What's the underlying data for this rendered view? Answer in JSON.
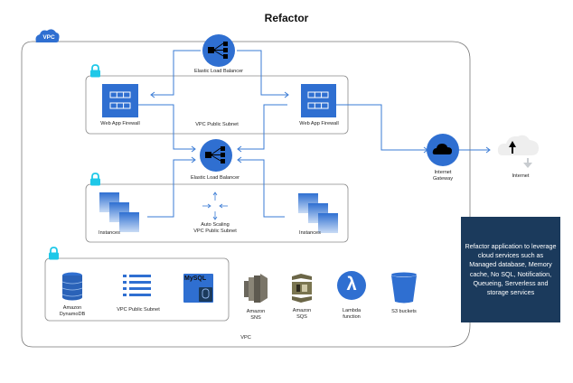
{
  "title": "Refactor",
  "colors": {
    "accent_blue": "#2f6fd1",
    "line_blue": "#3a7bd5",
    "lock_cyan": "#1ec8e8",
    "note_bg": "#1b3a5c",
    "border_gray": "#8a8a8a"
  },
  "vpc": {
    "badge_label": "VPC",
    "bottom_label": "VPC"
  },
  "public_subnet_top": {
    "label": "VPC Public Subnet",
    "elb_top_label": "Elastic Load Balancer",
    "waf_left_label": "Web App Firewall",
    "waf_right_label": "Web App Firewall"
  },
  "elb_middle": {
    "label": "Elastic Load Balancer"
  },
  "auto_scaling_subnet": {
    "center_label_line1": "Auto Scaling",
    "center_label_line2": "VPC Public Subnet",
    "instances_left_label": "Instances",
    "instances_right_label": "Instances"
  },
  "data_subnet": {
    "dynamodb_label_line1": "Amazon",
    "dynamodb_label_line2": "DynamoDB",
    "list_label": "VPC Public Subnet",
    "mysql_text": "MySQL"
  },
  "services": [
    {
      "icon": "sns-icon",
      "line1": "Amazon",
      "line2": "SNS"
    },
    {
      "icon": "sqs-icon",
      "line1": "Amazon",
      "line2": "SQS"
    },
    {
      "icon": "lambda-icon",
      "line1": "Lambda",
      "line2": "function",
      "glyph": "λ"
    },
    {
      "icon": "s3-bucket-icon",
      "line1": "S3 buckets",
      "line2": ""
    }
  ],
  "gateway": {
    "line1": "Internet",
    "line2": "Gateway"
  },
  "internet": {
    "label": "Internet"
  },
  "note": {
    "text": "Refactor application to leverage cloud services such as Managed database, Memory cache, No SQL, Notification, Queueing, Serverless and storage services"
  }
}
